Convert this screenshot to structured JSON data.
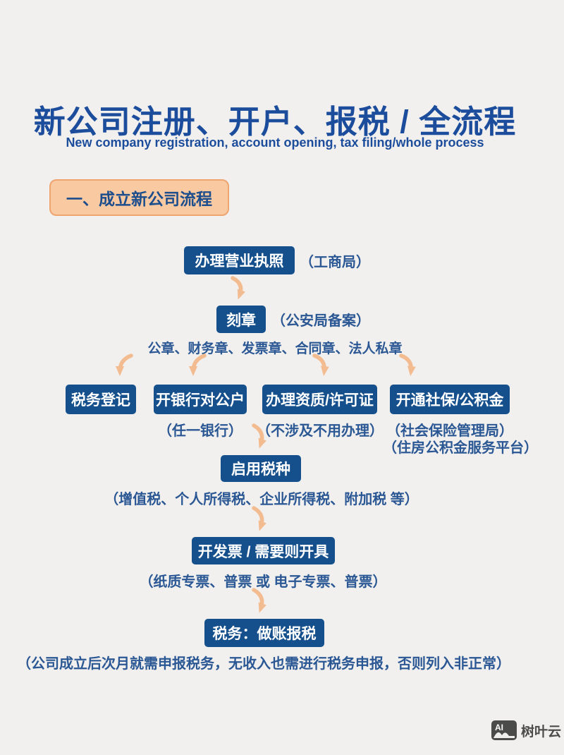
{
  "header": {
    "title": "新公司注册、开户、报税 / 全流程",
    "subtitle": "New company registration, account opening, tax filing/whole process",
    "section_badge": "一、成立新公司流程"
  },
  "flow": {
    "business_license": {
      "label": "办理营业执照",
      "note": "（工商局）"
    },
    "seal_carving": {
      "label": "刻章",
      "note": "（公安局备案）",
      "detail": "公章、财务章、发票章、合同章、法人私章"
    },
    "branches": [
      {
        "label": "税务登记"
      },
      {
        "label": "开银行对公户",
        "note1": "（任一银行）"
      },
      {
        "label": "办理资质/许可证",
        "note1": "（不涉及不用办理）"
      },
      {
        "label": "开通社保/公积金",
        "note1": "（社会保险管理局）",
        "note2": "（住房公积金服务平台）"
      }
    ],
    "enable_tax_types": {
      "label": "启用税种",
      "note": "（增值税、个人所得税、企业所得税、附加税 等）"
    },
    "invoicing": {
      "label": "开发票 / 需要则开具",
      "note": "（纸质专票、普票 或 电子专票、普票）"
    },
    "tax_filing": {
      "label": "税务：做账报税",
      "note": "（公司成立后次月就需申报税务，无收入也需进行税务申报，否则列入非正常）"
    }
  },
  "watermark": {
    "badge_text": "AI",
    "brand": "树叶云"
  },
  "colors": {
    "background": "#f1f0ee",
    "node_blue": "#16508c",
    "title_blue": "#1c4d9c",
    "note_blue": "#2b5894",
    "badge_fill": "#f9c9a1",
    "badge_border": "#eea56f",
    "arrow_orange": "#f3bb90",
    "watermark_gray": "#4b4b4a"
  }
}
